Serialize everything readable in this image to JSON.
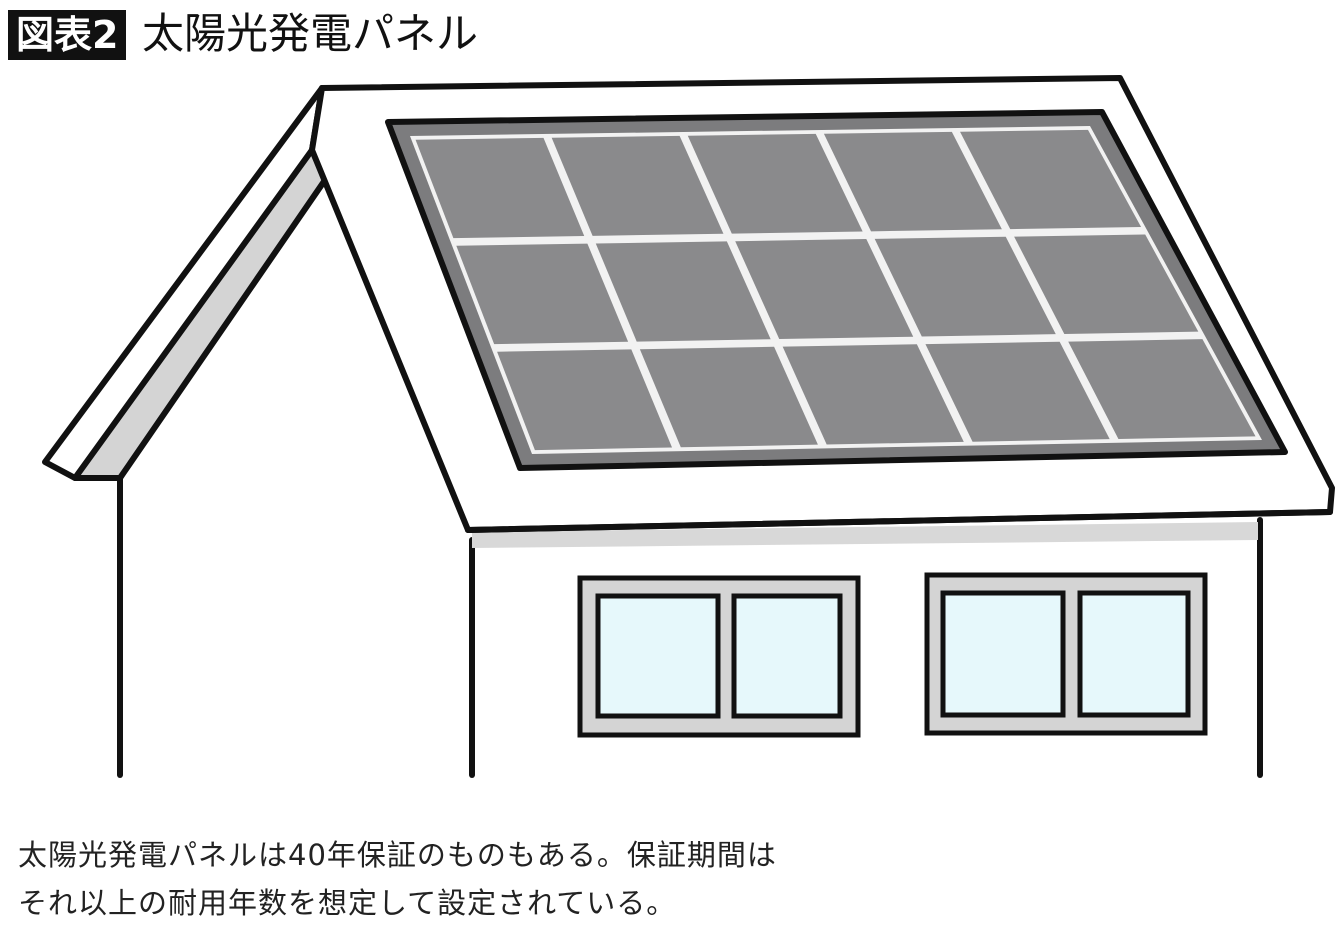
{
  "header": {
    "badge": "図表2",
    "title": "太陽光発電パネル"
  },
  "caption": {
    "line1": "太陽光発電パネルは40年保証のものもある。保証期間は",
    "line2": "それ以上の耐用年数を想定して設定されている。"
  },
  "colors": {
    "panel": "#8a8a8c",
    "panel_frame": "#7c7c7e",
    "window_glass": "#e6f8fb",
    "window_frame": "#d4d4d4",
    "shadow": "#d8d8d8"
  },
  "panel_grid": {
    "columns": 5,
    "rows": 3
  }
}
